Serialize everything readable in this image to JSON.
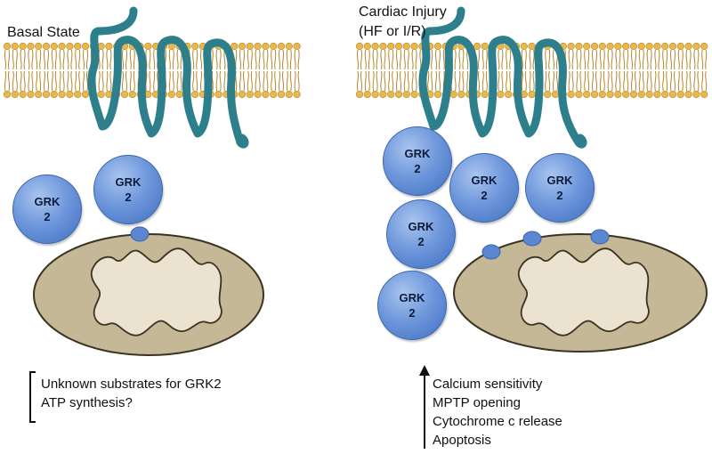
{
  "panels": {
    "left": {
      "title": "Basal State"
    },
    "right": {
      "title_line1": "Cardiac Injury",
      "title_line2": "(HF or I/R)"
    }
  },
  "grk_label": {
    "line1": "GRK",
    "line2": "2"
  },
  "notes": {
    "left": [
      "Unknown substrates for GRK2",
      "ATP synthesis?"
    ],
    "right": [
      "Calcium sensitivity",
      "MPTP opening",
      "Cytochrome c release",
      "Apoptosis"
    ]
  },
  "colors": {
    "membrane_head": "#e7b94d",
    "membrane_tail": "#b8862a",
    "receptor": "#2e7f8c",
    "grk": "#5b87d2",
    "mito_outer": "#c5b896",
    "mito_inner": "#ebe3cf"
  }
}
